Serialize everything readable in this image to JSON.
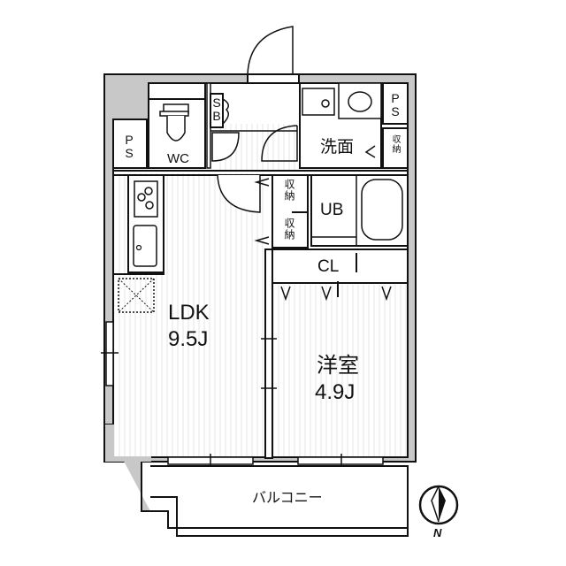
{
  "rooms": {
    "ldk": {
      "name": "LDK",
      "size": "9.5J"
    },
    "western_room": {
      "name": "洋室",
      "size": "4.9J"
    },
    "wc": {
      "name": "WC"
    },
    "washroom": {
      "name": "洗面"
    },
    "unit_bath": {
      "name": "UB"
    },
    "closet": {
      "name": "CL"
    },
    "balcony": {
      "name": "バルコニー"
    },
    "ps_left": {
      "name": "PS"
    },
    "ps_right": {
      "name": "PS"
    },
    "shoe_box": {
      "name": "SB"
    },
    "storage_washroom": {
      "name": "収納"
    },
    "storage_upper": {
      "name": "収納"
    },
    "storage_lower": {
      "name": "収納"
    }
  },
  "compass": {
    "label": "N"
  },
  "colors": {
    "wall": "#c8c8c8",
    "line": "#111111",
    "floor_stripe": "#e6e6e6"
  }
}
